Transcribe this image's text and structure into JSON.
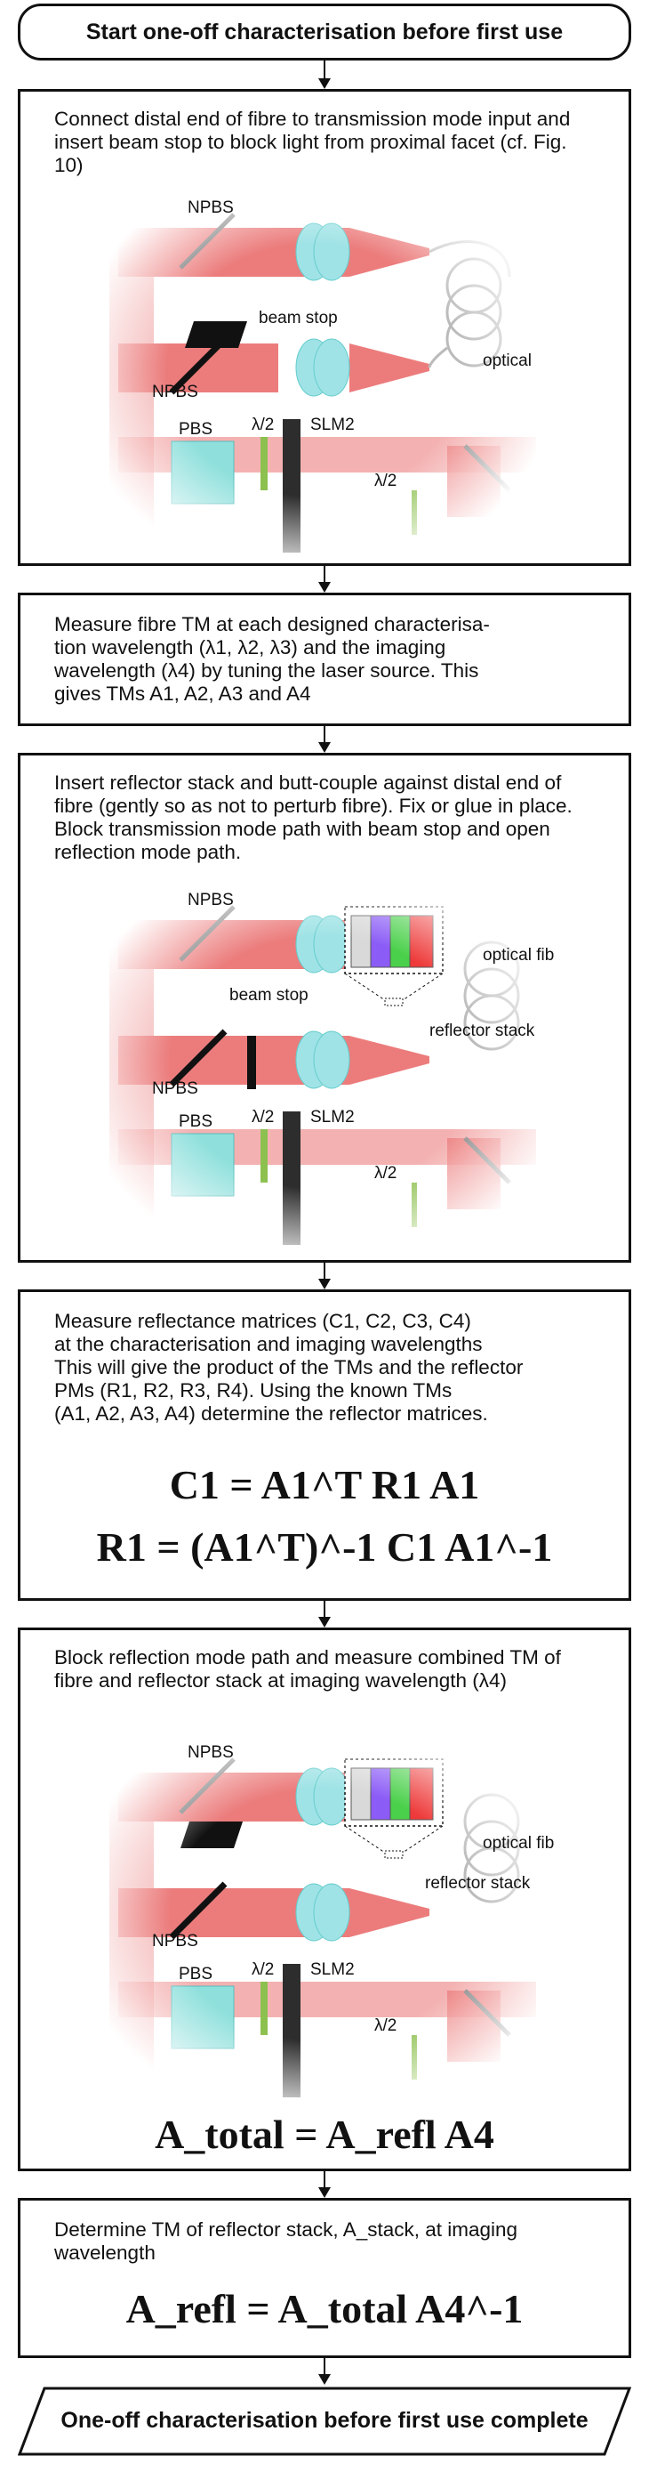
{
  "start": {
    "label": "Start one-off characterisation before first use"
  },
  "step1": {
    "text": "Connect distal end of fibre to transmission mode input and insert beam stop to block light from proximal facet (cf. Fig. 10)",
    "labels": {
      "npbs_top": "NPBS",
      "beam_stop": "beam stop",
      "optical_fibre": "optical fibre",
      "npbs_bottom": "NPBS",
      "pbs": "PBS",
      "lambda_half": "λ/2",
      "slm2": "SLM2",
      "lambda_half_2": "λ/2"
    }
  },
  "step2": {
    "line1": "Measure fibre TM at each designed characterisa-",
    "line2": "tion wavelength (λ1, λ2, λ3) and the imaging",
    "line3": "wavelength (λ4) by tuning the laser source.  This",
    "line4": "gives TMs A1, A2, A3 and A4"
  },
  "step3": {
    "text": "Insert reflector stack and butt-couple against distal end of fibre (gently so as not to perturb fibre).  Fix or glue in place. Block transmission mode path with beam stop and open reflection mode path.",
    "labels": {
      "npbs_top": "NPBS",
      "beam_stop": "beam stop",
      "optical_fibre": "optical fibre",
      "npbs_bottom": "NPBS",
      "reflector_stack": "reflector stack",
      "pbs": "PBS",
      "lambda_half": "λ/2",
      "slm2": "SLM2",
      "lambda_half_2": "λ/2"
    }
  },
  "step4": {
    "line1": "Measure reflectance matrices (C1, C2, C3, C4)",
    "line2": "at the characterisation and imaging wavelengths",
    "line3": "This will give the product of the TMs and the reflector",
    "line4": "PMs (R1, R2, R3, R4). Using the known TMs",
    "line5": "(A1, A2, A3, A4) determine the reflector matrices.",
    "eq1": "C1 = A1^T R1 A1",
    "eq2": "R1 = (A1^T)^-1 C1 A1^-1"
  },
  "step5": {
    "text": "Block reflection mode path and measure combined TM of fibre and reflector stack at imaging wavelength (λ4)",
    "labels": {
      "npbs_top": "NPBS",
      "optical_fibre": "optical fibre",
      "npbs_bottom": "NPBS",
      "reflector_stack": "reflector stack",
      "pbs": "PBS",
      "lambda_half": "λ/2",
      "slm2": "SLM2",
      "lambda_half_2": "λ/2"
    },
    "eq": "A_total = A_refl A4"
  },
  "step6": {
    "text": "Determine TM of reflector stack, A_stack, at imaging wavelength",
    "eq": "A_refl = A_total A4^-1"
  },
  "end": {
    "label": "One-off characterisation before first use complete"
  },
  "colors": {
    "beam": "#e85c5c",
    "lens": "#9fe3e6",
    "pbs": "#8fe0dc",
    "waveplate": "#8cc04f",
    "slm": "#2d2d2d",
    "stack_grey": "#d9d9d9",
    "stack_purple": "#8b5cf6",
    "stack_green": "#4ad04a",
    "stack_red": "#ee3a3a"
  }
}
